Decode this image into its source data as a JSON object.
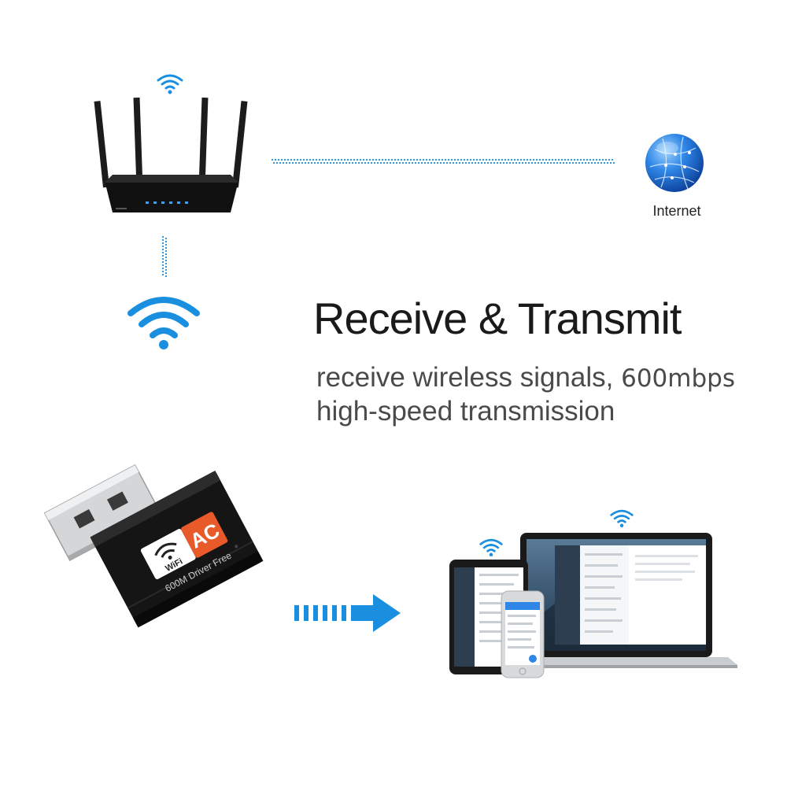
{
  "headline": "Receive & Transmit",
  "subtitle": {
    "line1_text": "receive wireless signals,",
    "line1_speed": "600mbps",
    "line2": "high-speed transmission"
  },
  "internet_label": "Internet",
  "adapter": {
    "wifi_badge": "WiFi",
    "ac_badge": "AC",
    "model_text": "600M Driver Free"
  },
  "colors": {
    "accent_blue": "#1a8fe0",
    "globe_blue": "#1c6fd6",
    "text_dark": "#1a1a1a",
    "text_gray": "#4a4a4a",
    "adapter_body": "#151515",
    "ac_badge": "#e85a2a"
  }
}
